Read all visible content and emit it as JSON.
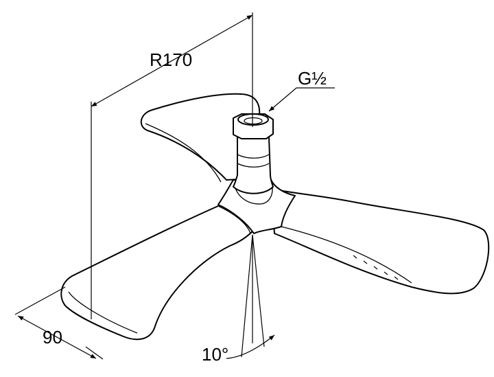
{
  "drawing": {
    "labels": {
      "radius": "R170",
      "thread": "G½",
      "width": "90",
      "angle": "10°"
    },
    "line_color": "#000000",
    "background": "#ffffff"
  }
}
